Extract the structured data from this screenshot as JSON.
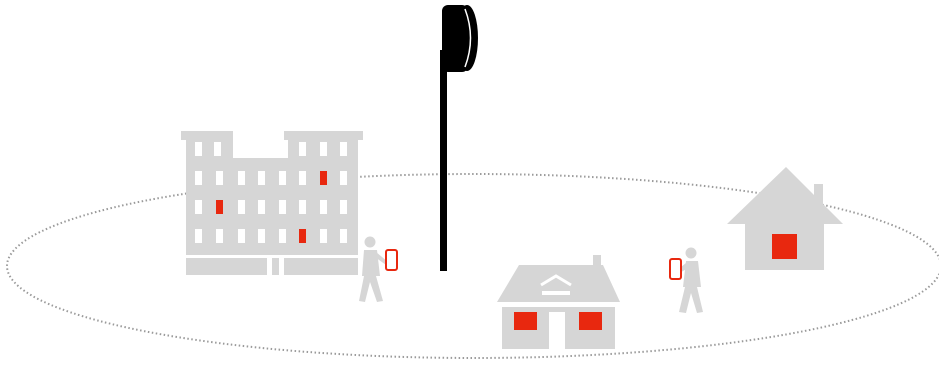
{
  "colors": {
    "background": "#ffffff",
    "structure_gray": "#d6d6d6",
    "accent_red": "#e8280f",
    "antenna_black": "#000000",
    "coverage_dots": "#9a9a9a"
  },
  "diagram": {
    "antenna": {
      "icon": "antenna-icon"
    },
    "coverage_area": {
      "icon": "coverage-ellipse",
      "style": "dotted"
    },
    "apartment_building": {
      "icon": "apartment-building-icon",
      "highlighted_windows": 3
    },
    "house_small": {
      "icon": "house-icon"
    },
    "house_with_router": {
      "icon": "house-router-icon",
      "highlighted_windows": 2
    },
    "people": [
      {
        "icon": "person-with-phone-icon"
      },
      {
        "icon": "person-with-phone-icon"
      }
    ]
  }
}
